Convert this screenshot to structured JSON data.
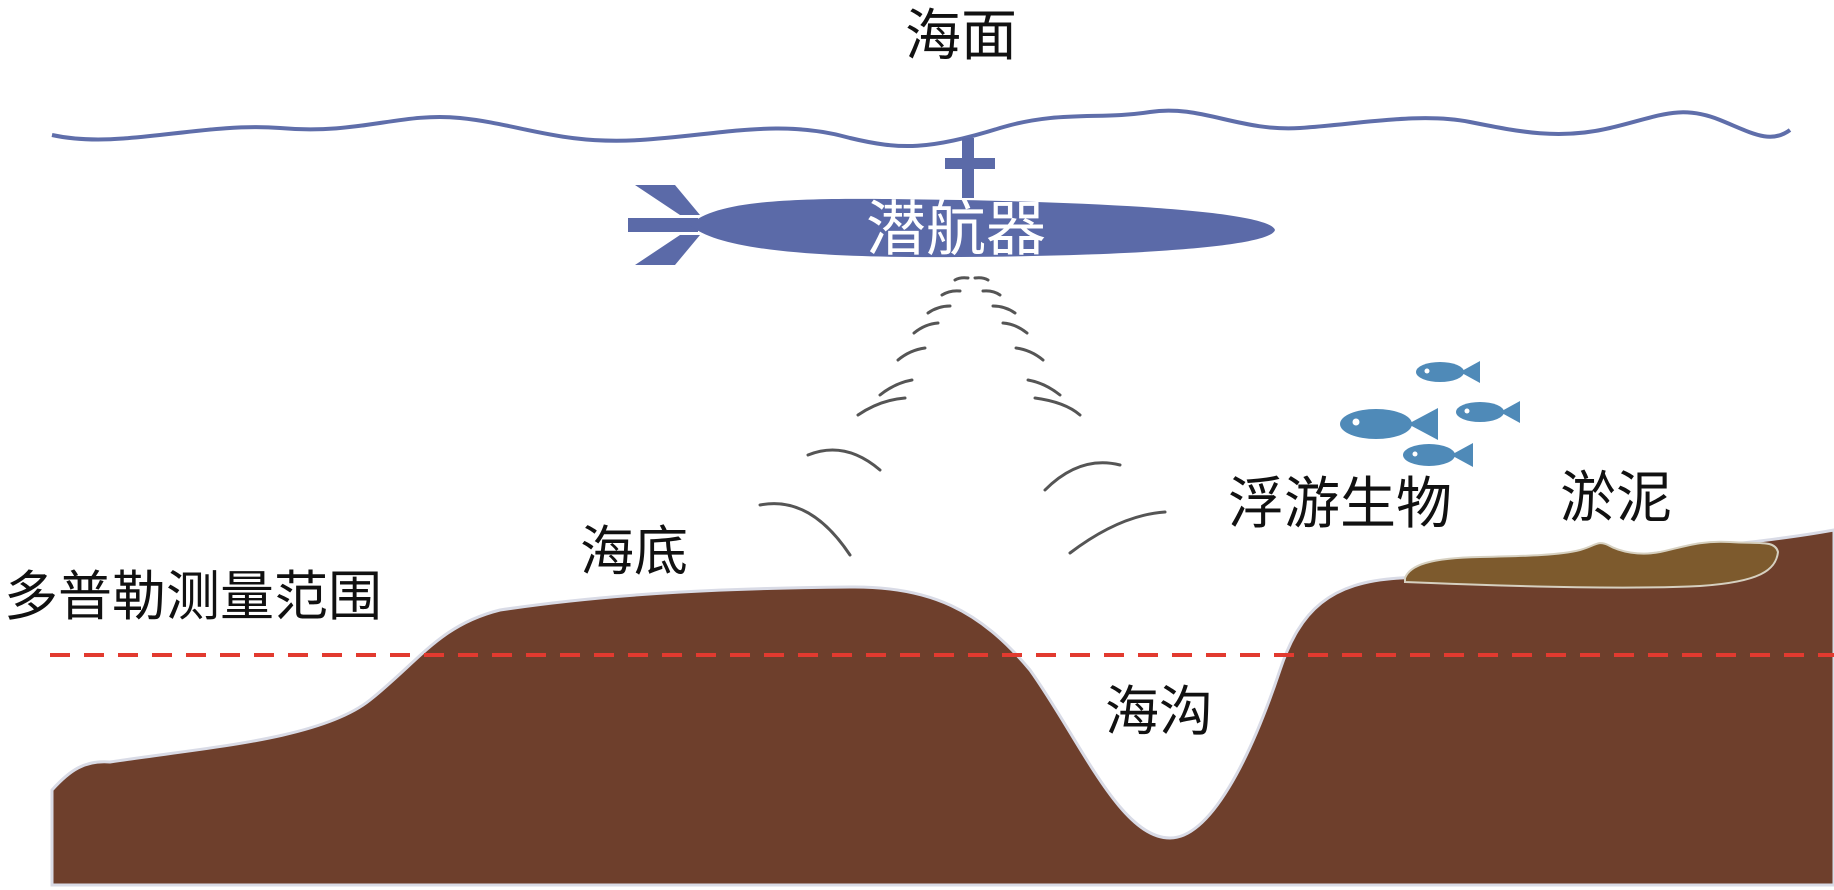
{
  "labels": {
    "sea_surface": "海面",
    "vehicle": "潜航器",
    "seabed": "海底",
    "doppler_range": "多普勒测量范围",
    "plankton": "浮游生物",
    "silt": "淤泥",
    "trench": "海沟"
  },
  "colors": {
    "sea_surface_line": "#5f6eaa",
    "vehicle": "#5b6aa8",
    "seabed": "#6e3f2c",
    "silt": "#7d5a2d",
    "range_line": "#e23a2f",
    "fish": "#4f8ab8",
    "beam": "#555555"
  },
  "icons": {
    "vehicle": "submarine-icon",
    "fish": "fish-icon"
  }
}
